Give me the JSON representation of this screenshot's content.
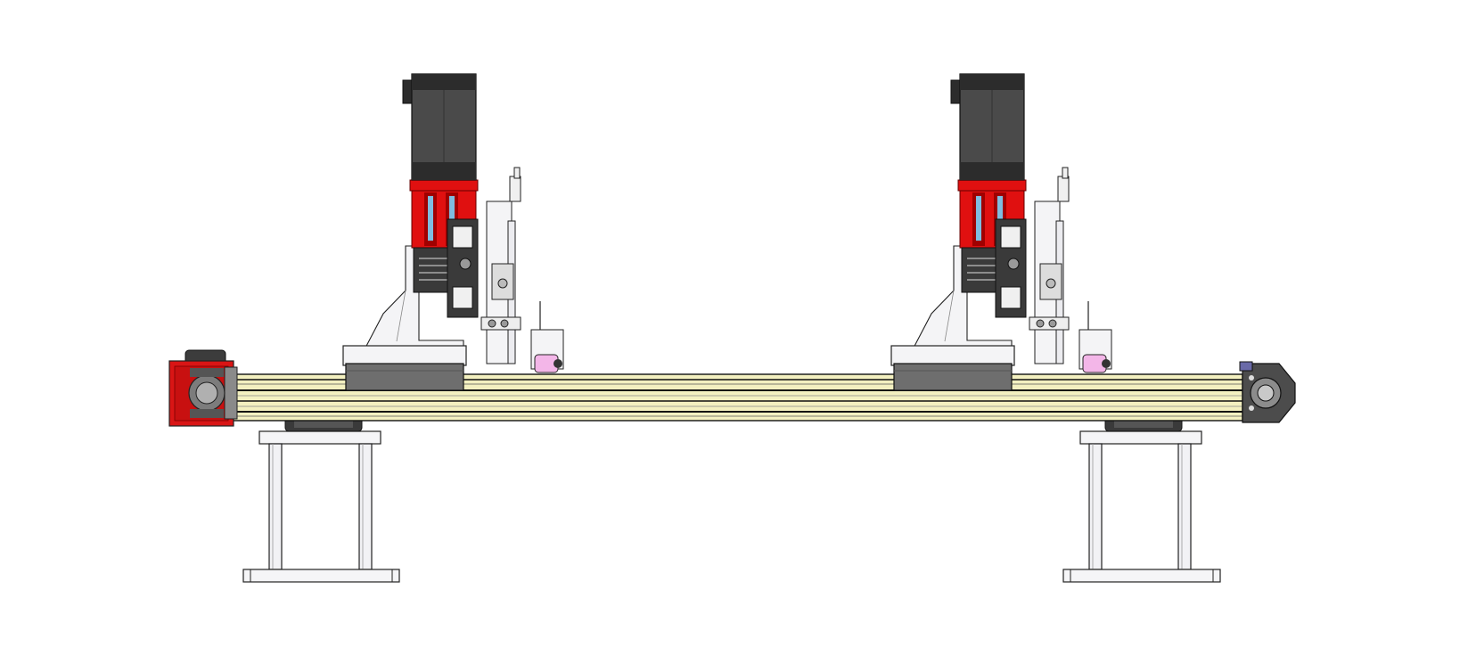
{
  "drawing": {
    "view": "front-elevation",
    "background": "#ffffff",
    "colors": {
      "motor_body": "#4a4a4a",
      "motor_dark": "#2c2c2c",
      "coupling_red": "#e01010",
      "rail_yellow": "#f3f0c0",
      "rail_dark": "#1a1a1a",
      "carriage_gray": "#6e6e6e",
      "sensor_pink": "#f3b6e8",
      "stand_frame": "#f5f5f7",
      "outline": "#222222",
      "end_cap_red": "#d91515",
      "end_cap_gray": "#4c4c4c"
    },
    "components": {
      "linear_rail": "linear-actuator-rail",
      "drive_end_cap": "drive-end-cap-red",
      "idler_end_cap": "idler-end-cap-gray",
      "carriages": [
        "carriage-left",
        "carriage-right"
      ],
      "motors": [
        "servo-motor-left",
        "servo-motor-right"
      ],
      "stands": [
        "support-stand-left",
        "support-stand-right"
      ]
    }
  }
}
